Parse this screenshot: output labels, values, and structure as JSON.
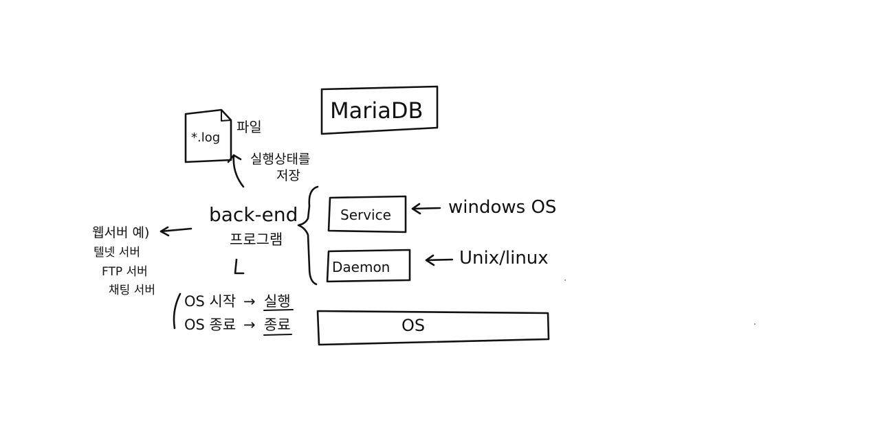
{
  "diagram": {
    "title": "MariaDB",
    "log_file": {
      "name": "*.log",
      "suffix": "파일"
    },
    "log_note": {
      "line1": "실행상태를",
      "line2": "저장"
    },
    "backend": {
      "line1": "back-end",
      "line2": "프로그램"
    },
    "examples": {
      "header": "웹서버 예)",
      "items": [
        "텔넷 서버",
        "FTP 서버",
        "채팅 서버"
      ]
    },
    "lifecycle": {
      "start": {
        "label": "OS 시작",
        "arrow": "→",
        "result": "실행"
      },
      "stop": {
        "label": "OS 종료",
        "arrow": "→",
        "result": "종료"
      }
    },
    "boxes": {
      "service": "Service",
      "daemon": "Daemon",
      "os": "OS"
    },
    "platforms": {
      "service": "windows OS",
      "daemon": "Unix/linux"
    }
  }
}
